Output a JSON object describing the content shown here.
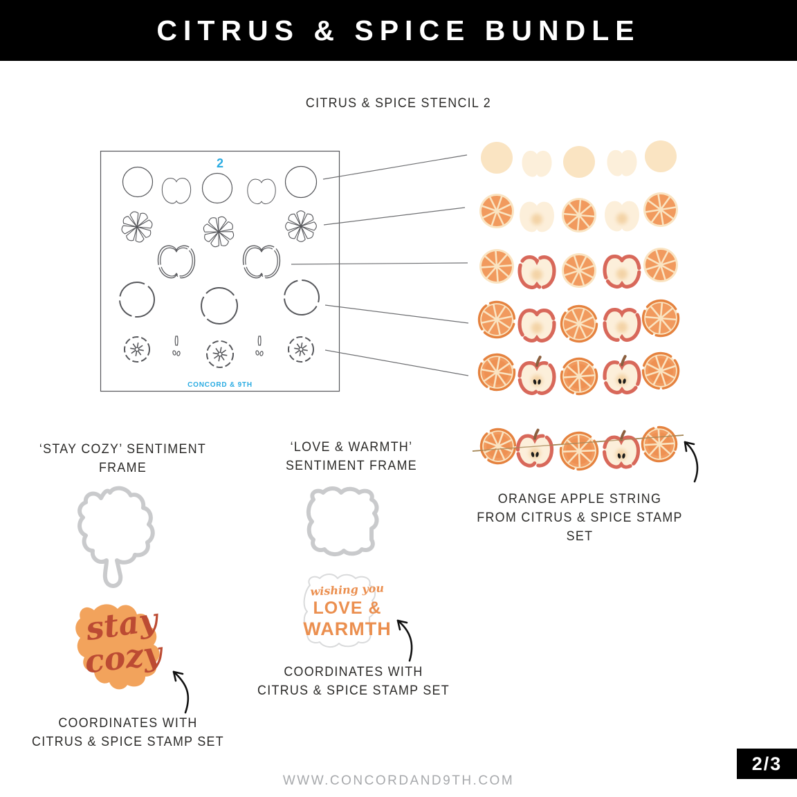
{
  "header": {
    "title": "CITRUS & SPICE BUNDLE"
  },
  "stencil": {
    "title": "CITRUS & SPICE STENCIL 2",
    "number": "2",
    "brand": "CONCORD & 9TH"
  },
  "fruit_grid": {
    "columns": [
      "orange",
      "apple",
      "orange",
      "apple",
      "orange"
    ],
    "rows": [
      {
        "orange_layers": [
          "base"
        ],
        "apple_layers": [
          "base"
        ]
      },
      {
        "orange_layers": [
          "base",
          "segments"
        ],
        "apple_layers": [
          "base",
          "dot"
        ]
      },
      {
        "orange_layers": [
          "base",
          "segments"
        ],
        "apple_layers": [
          "base",
          "dot",
          "outline"
        ]
      },
      {
        "orange_layers": [
          "base",
          "segments",
          "ring"
        ],
        "apple_layers": [
          "base",
          "dot",
          "outline"
        ]
      },
      {
        "orange_layers": [
          "base",
          "segments",
          "ring",
          "deep"
        ],
        "apple_layers": [
          "base",
          "dot",
          "outline",
          "details"
        ]
      }
    ]
  },
  "stay_cozy": {
    "title_line1": "‘STAY COZY’ SENTIMENT",
    "title_line2": "FRAME",
    "stamp_line1": "stay",
    "stamp_line2": "cozy",
    "note_line1": "COORDINATES WITH",
    "note_line2": "CITRUS & SPICE STAMP SET"
  },
  "love_warmth": {
    "title_line1": "‘LOVE & WARMTH’",
    "title_line2": "SENTIMENT FRAME",
    "stamp_script": "wishing you",
    "stamp_line1": "LOVE &",
    "stamp_line2": "WARMTH",
    "note_line1": "COORDINATES WITH",
    "note_line2": "CITRUS & SPICE STAMP SET"
  },
  "orange_string": {
    "caption_line1": "ORANGE APPLE STRING",
    "caption_line2": "FROM CITRUS & SPICE STAMP SET"
  },
  "footer": {
    "url": "WWW.CONCORDAND9TH.COM",
    "page": "2/3"
  },
  "colors": {
    "accent_blue": "#29abe2",
    "stencil_line": "#55565a",
    "cream_base": "#fae4c2",
    "apple_cream": "#fcefda",
    "apple_dot": "#f2cf9e",
    "segment_orange": "#f19a5e",
    "deep_orange": "#e8813f",
    "ring_orange": "#e5823f",
    "apple_red": "#d8685a",
    "stem_brown": "#8b5f3f",
    "seed_black": "#1d1d1b",
    "string_brown": "#a58756",
    "frame_gray": "#c9cacc",
    "stamp_blob_orange": "#f2a35c",
    "stamp_rust": "#bc4b33",
    "stamp_orange_text": "#eb8f4f",
    "callout_line": "#6d6e71",
    "arrow_black": "#111111",
    "footer_gray": "#a7a9ac"
  }
}
